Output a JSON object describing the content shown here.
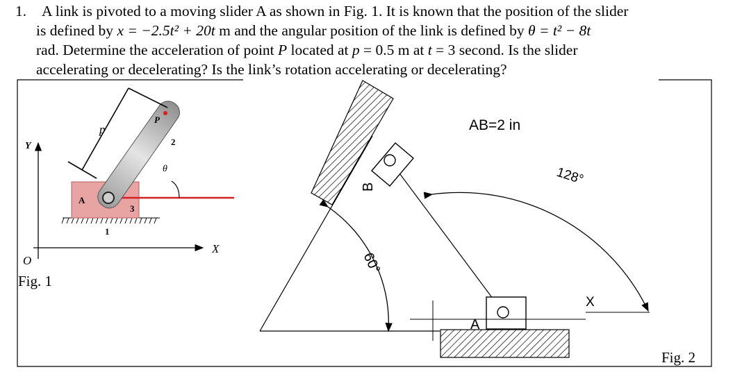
{
  "problem": {
    "number": "1.",
    "line1_a": "A link is pivoted to a moving slider A as shown in Fig. 1. It is known that the position of the slider",
    "line2_a": "is defined by ",
    "line2_m1": "x = −2.5t² + 20t",
    "line2_b": " m and the angular position of the link is defined by ",
    "line2_m2": "θ = t² − 8t",
    "line3_a": "rad. Determine the acceleration of point ",
    "line3_m1": "P",
    "line3_b": " located at ",
    "line3_m2": "p",
    "line3_c": " = 0.5 m at ",
    "line3_m3": "t",
    "line3_d": " = 3 second. Is the slider",
    "line4": "accelerating or decelerating? Is the link’s rotation accelerating or decelerating?"
  },
  "fig1": {
    "caption": "Fig. 1",
    "label_y": "Y",
    "label_x": "X",
    "label_o": "O",
    "label_a": "A",
    "label_p_point": "P",
    "label_p_len": "p",
    "label_theta": "θ",
    "label_1": "1",
    "label_2": "2",
    "label_3": "3"
  },
  "fig2": {
    "caption": "Fig. 2",
    "label_ab": "AB=2 in",
    "label_b": "B",
    "label_a": "A",
    "angle_128": "128°",
    "angle_60": "60°",
    "label_x": "X"
  },
  "colors": {
    "slider": "#e8a3a3",
    "red_line": "#d42020",
    "link_gray": "#bdbdbd"
  }
}
